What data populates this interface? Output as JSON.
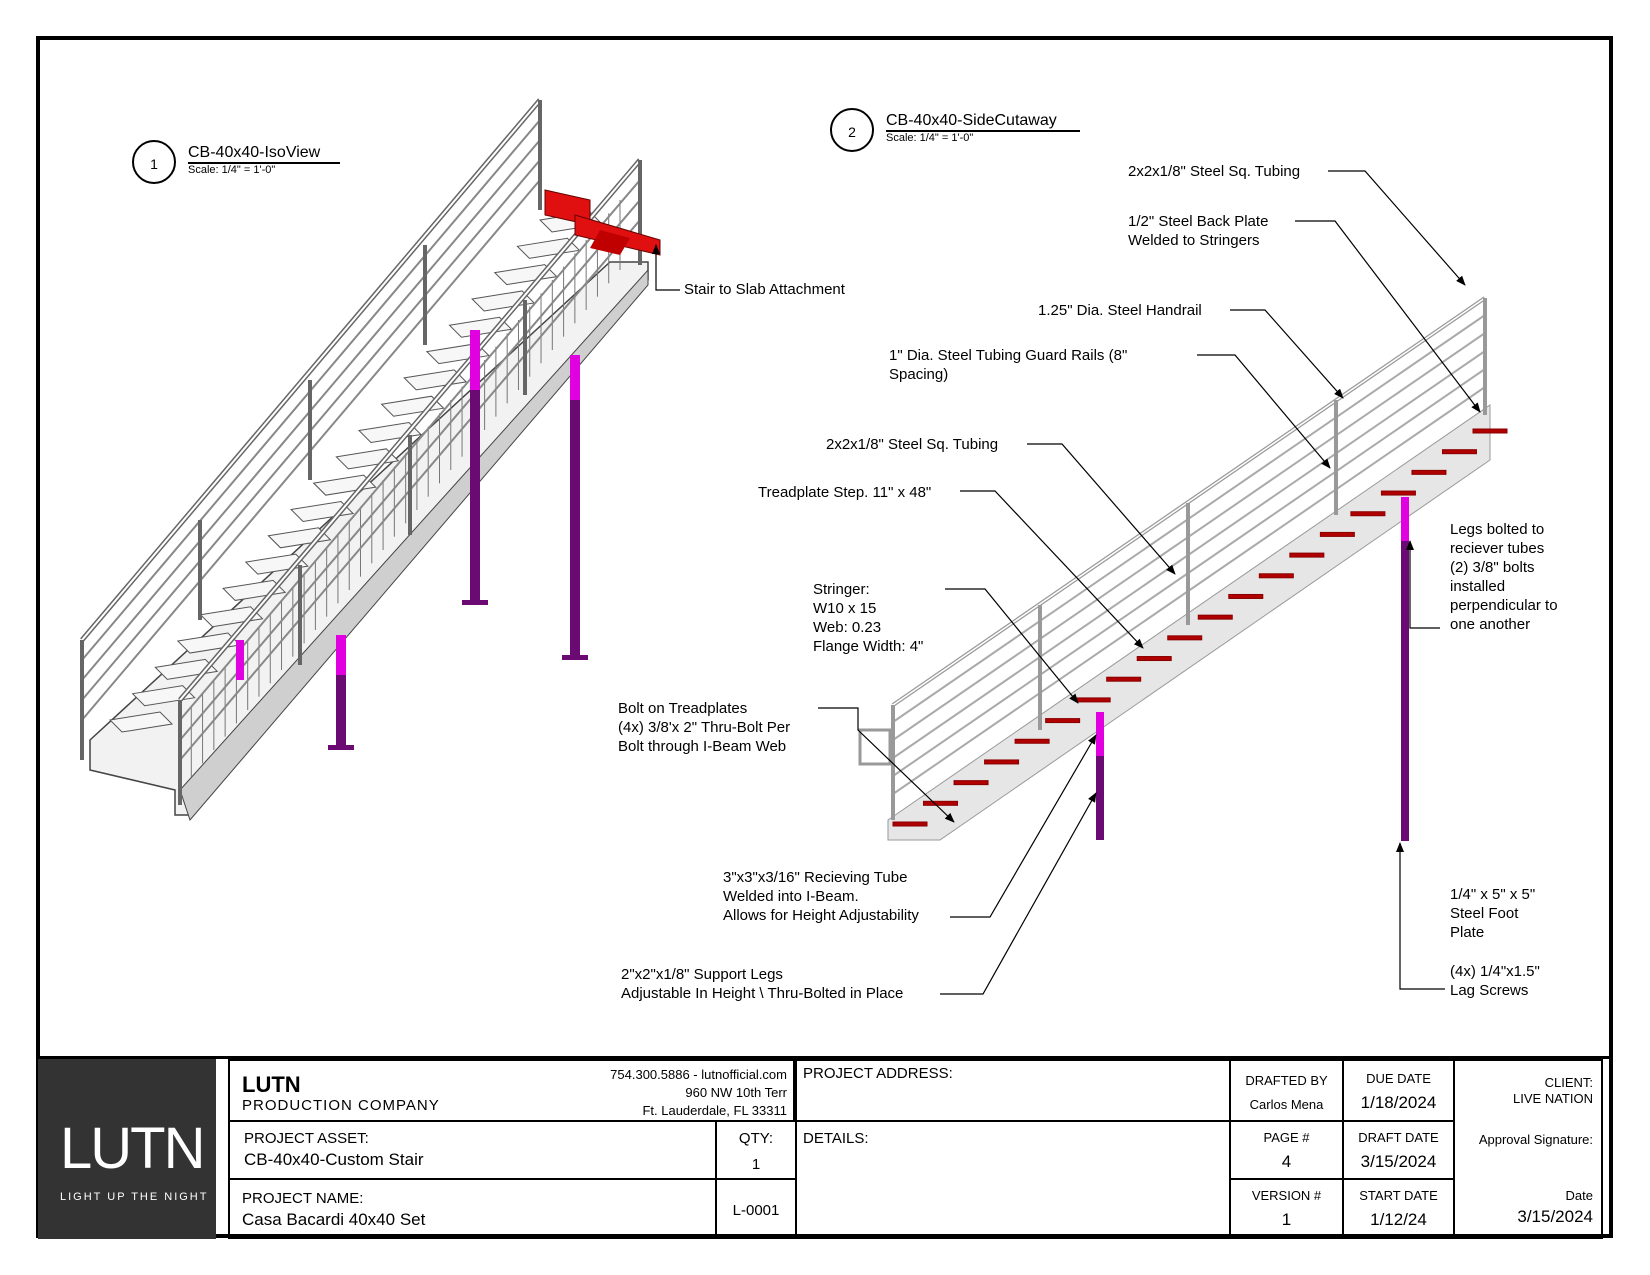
{
  "views": [
    {
      "number": "1",
      "name": "CB-40x40-IsoView",
      "scale": "Scale: 1/4\" = 1'-0\""
    },
    {
      "number": "2",
      "name": "CB-40x40-SideCutaway",
      "scale": "Scale: 1/4\" = 1'-0\""
    }
  ],
  "callouts": {
    "slab_attachment": "Stair to Slab Attachment",
    "top_tubing": "2x2x1/8\" Steel Sq. Tubing",
    "back_plate": "1/2\" Steel Back Plate\nWelded to Stringers",
    "handrail": "1.25\" Dia. Steel Handrail",
    "guard_rails": "1\" Dia. Steel Tubing Guard Rails (8\"\nSpacing)",
    "mid_tubing": "2x2x1/8\" Steel Sq. Tubing",
    "treadplate": "Treadplate Step. 11\" x 48\"",
    "stringer": "Stringer:\nW10 x 15\nWeb: 0.23\nFlange Width: 4\"",
    "bolt_treadplates": "Bolt on Treadplates\n(4x) 3/8'x 2\" Thru-Bolt Per\nBolt through I-Beam Web",
    "legs_bolted": "Legs bolted to\nreciever tubes\n(2) 3/8\" bolts\ninstalled\nperpendicular to\none another",
    "receiving_tube": "3\"x3\"x3/16\" Recieving Tube\nWelded into I-Beam.\nAllows for Height Adjustability",
    "support_legs": "2\"x2\"x1/8\" Support Legs\nAdjustable In Height \\ Thru-Bolted in Place",
    "foot_plate": "1/4\" x 5\" x 5\"\nSteel Foot\nPlate",
    "lag_screws": "(4x) 1/4\"x1.5\"\n Lag Screws"
  },
  "title_block": {
    "logo_text": "LUTN",
    "logo_tagline": "LIGHT UP THE NIGHT",
    "company_name": "LUTN",
    "company_sub": "PRODUCTION COMPANY",
    "contact_line": "754.300.5886 - lutnofficial.com",
    "address_1": "960 NW 10th Terr",
    "address_2": "Ft. Lauderdale, FL 33311",
    "project_address_label": "PROJECT ADDRESS:",
    "project_asset_label": "PROJECT ASSET:",
    "project_asset": "CB-40x40-Custom Stair",
    "qty_label": "QTY:",
    "qty": "1",
    "details_label": "DETAILS:",
    "project_name_label": "PROJECT NAME:",
    "project_name": "Casa Bacardi 40x40 Set",
    "sheet_code": "L-0001",
    "drafted_by_label": "DRAFTED BY",
    "drafted_by": "Carlos Mena",
    "due_date_label": "DUE DATE",
    "due_date": "1/18/2024",
    "page_label": "PAGE #",
    "page": "4",
    "draft_date_label": "DRAFT DATE",
    "draft_date": "3/15/2024",
    "version_label": "VERSION #",
    "version": "1",
    "start_date_label": "START DATE",
    "start_date": "1/12/24",
    "client_label": "CLIENT:",
    "client": "LIVE NATION",
    "approval_label": "Approval Signature:",
    "date_label": "Date",
    "date": "3/15/2024"
  },
  "colors": {
    "attachment_red": "#e01010",
    "leg_purple": "#6a0a72",
    "leg_magenta": "#e000e0",
    "tread_red": "#b00000",
    "logo_bg": "#333333"
  }
}
